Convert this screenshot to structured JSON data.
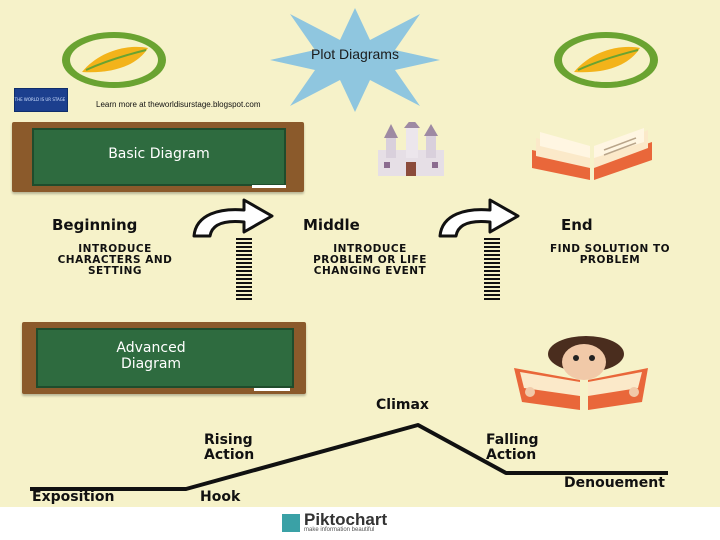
{
  "header": {
    "title": "Plot Diagrams",
    "learn_more": "Learn more at theworldisurstage.blogspot.com",
    "logo_text": "THE WORLD IS UR STAGE"
  },
  "basic": {
    "board_label": "Basic Diagram",
    "stages": [
      {
        "label": "Beginning",
        "desc_lines": [
          "Introduce",
          "characters and",
          "setting"
        ]
      },
      {
        "label": "Middle",
        "desc_lines": [
          "Introduce",
          "problem or life",
          "changing event"
        ]
      },
      {
        "label": "End",
        "desc_lines": [
          "Find solution to",
          "problem"
        ]
      }
    ]
  },
  "advanced": {
    "board_label_lines": [
      "Advanced",
      "Diagram"
    ],
    "points": {
      "exposition": "Exposition",
      "hook": "Hook",
      "rising": [
        "Rising",
        "Action"
      ],
      "climax": "Climax",
      "falling": [
        "Falling",
        "Action"
      ],
      "denouement": "Denouement"
    }
  },
  "footer": {
    "brand": "Piktochart",
    "tagline": "make information beautiful"
  },
  "colors": {
    "background": "#f6f2c9",
    "board_green": "#2e6b3f",
    "board_frame": "#8b5a2b",
    "star_blue": "#8fc6df",
    "badge_green": "#6aa331",
    "badge_yellow": "#f3b31a",
    "book_orange": "#e9673a"
  },
  "icons": [
    "star-burst-icon",
    "leaf-badge-icon",
    "castle-icon",
    "open-book-icon",
    "reader-icon",
    "arrow-icon"
  ]
}
